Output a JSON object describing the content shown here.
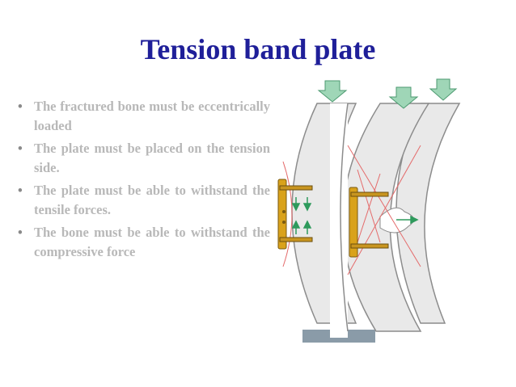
{
  "slide": {
    "title": "Tension band plate",
    "bullet_marker": "•",
    "bullets": [
      "The fractured bone must be eccentrically loaded",
      "The plate must be placed on the tension side.",
      "The plate must be able to withstand the tensile forces.",
      "The bone must be able to withstand the compressive force"
    ]
  },
  "colors": {
    "title": "#1f1f99",
    "bullet_text": "#b8b8b8",
    "bone_fill": "#e9e9e9",
    "bone_stroke": "#8c8c8c",
    "plate": "#d9a21b",
    "force_arrow": "#9fd6b7",
    "stress_lines": "#e46b6b",
    "base": "#8a9ba8"
  }
}
